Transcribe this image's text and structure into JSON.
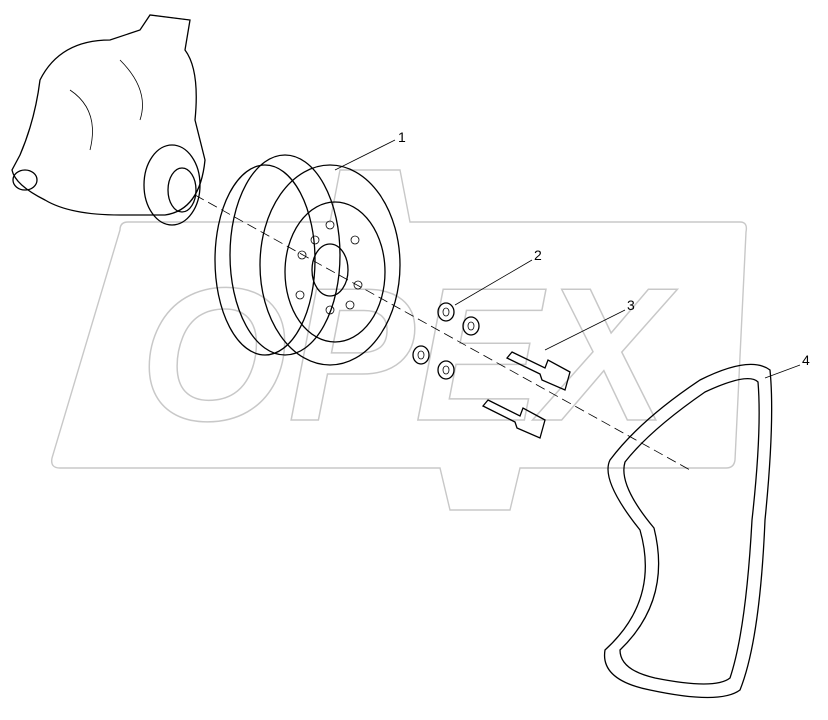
{
  "diagram": {
    "watermark": "OPEX",
    "callouts": [
      {
        "number": "1",
        "part": "pulley"
      },
      {
        "number": "2",
        "part": "washer"
      },
      {
        "number": "3",
        "part": "bolt"
      },
      {
        "number": "4",
        "part": "belt"
      }
    ]
  }
}
